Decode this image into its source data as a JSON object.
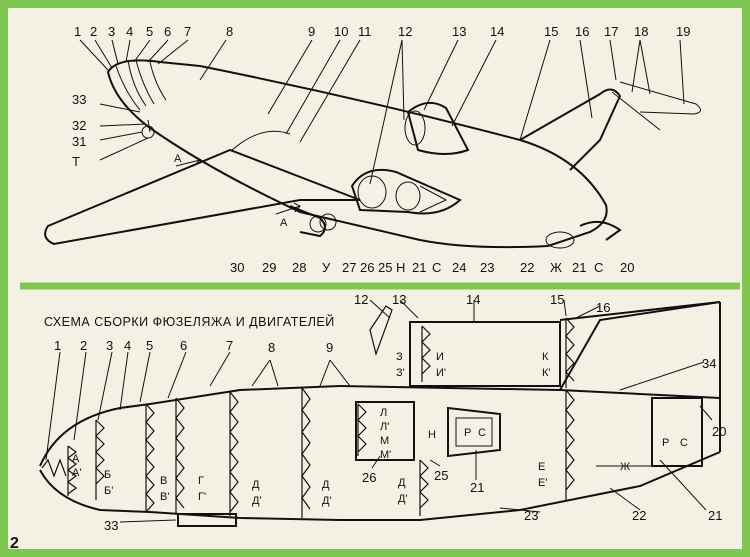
{
  "page_number": "2",
  "colors": {
    "frame": "#7ec850",
    "paper": "#f4f1e4",
    "ink": "#111111"
  },
  "top_view": {
    "callouts": [
      "1",
      "2",
      "3",
      "4",
      "5",
      "6",
      "7",
      "8",
      "9",
      "10",
      "11",
      "12",
      "13",
      "14",
      "15",
      "16",
      "17",
      "18",
      "19",
      "33",
      "32",
      "31",
      "Т",
      "30",
      "29",
      "28",
      "У",
      "27",
      "26",
      "25",
      "Н",
      "21",
      "С",
      "24",
      "23",
      "22",
      "Ж",
      "21",
      "С",
      "20"
    ],
    "arrow_labels": [
      "А",
      "А"
    ]
  },
  "bottom_view": {
    "title": "СХЕМА  СБОРКИ ФЮЗЕЛЯЖА И ДВИГАТЕЛЕЙ",
    "callouts": [
      "1",
      "2",
      "3",
      "4",
      "5",
      "6",
      "7",
      "8",
      "9",
      "12",
      "13",
      "14",
      "15",
      "16",
      "34",
      "20",
      "21",
      "22",
      "23",
      "21",
      "25",
      "26",
      "33"
    ],
    "joint_letters": [
      "А",
      "А'",
      "Б",
      "Б'",
      "В",
      "В'",
      "Г",
      "Г'",
      "Д",
      "Д'",
      "Д",
      "Д'",
      "З",
      "З'",
      "И",
      "И'",
      "К",
      "К'",
      "Л",
      "Л'",
      "М",
      "М'",
      "Н",
      "Р",
      "С",
      "Д",
      "Д'",
      "Е",
      "Е'",
      "Ж",
      "Р",
      "С"
    ]
  }
}
